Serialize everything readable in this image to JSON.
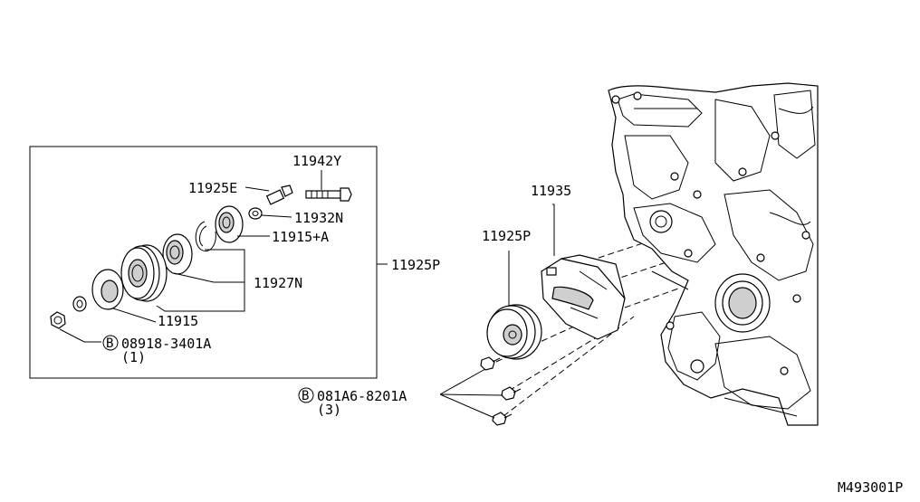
{
  "figure_id": "M493001P",
  "callouts": {
    "assembly": "11925P",
    "pulley_assembly": "11925P",
    "tensioner": "11935",
    "bolt": "11942Y",
    "idler_e": "11925E",
    "spacer_n": "11932N",
    "plate": "11915+A",
    "bearing": "11927N",
    "pulley": "11915"
  },
  "fasteners": {
    "nut": {
      "symbol": "B",
      "code": "08918-3401A",
      "qty": "(1)"
    },
    "bolts": {
      "symbol": "B",
      "code": "081A6-8201A",
      "qty": "(3)"
    }
  }
}
